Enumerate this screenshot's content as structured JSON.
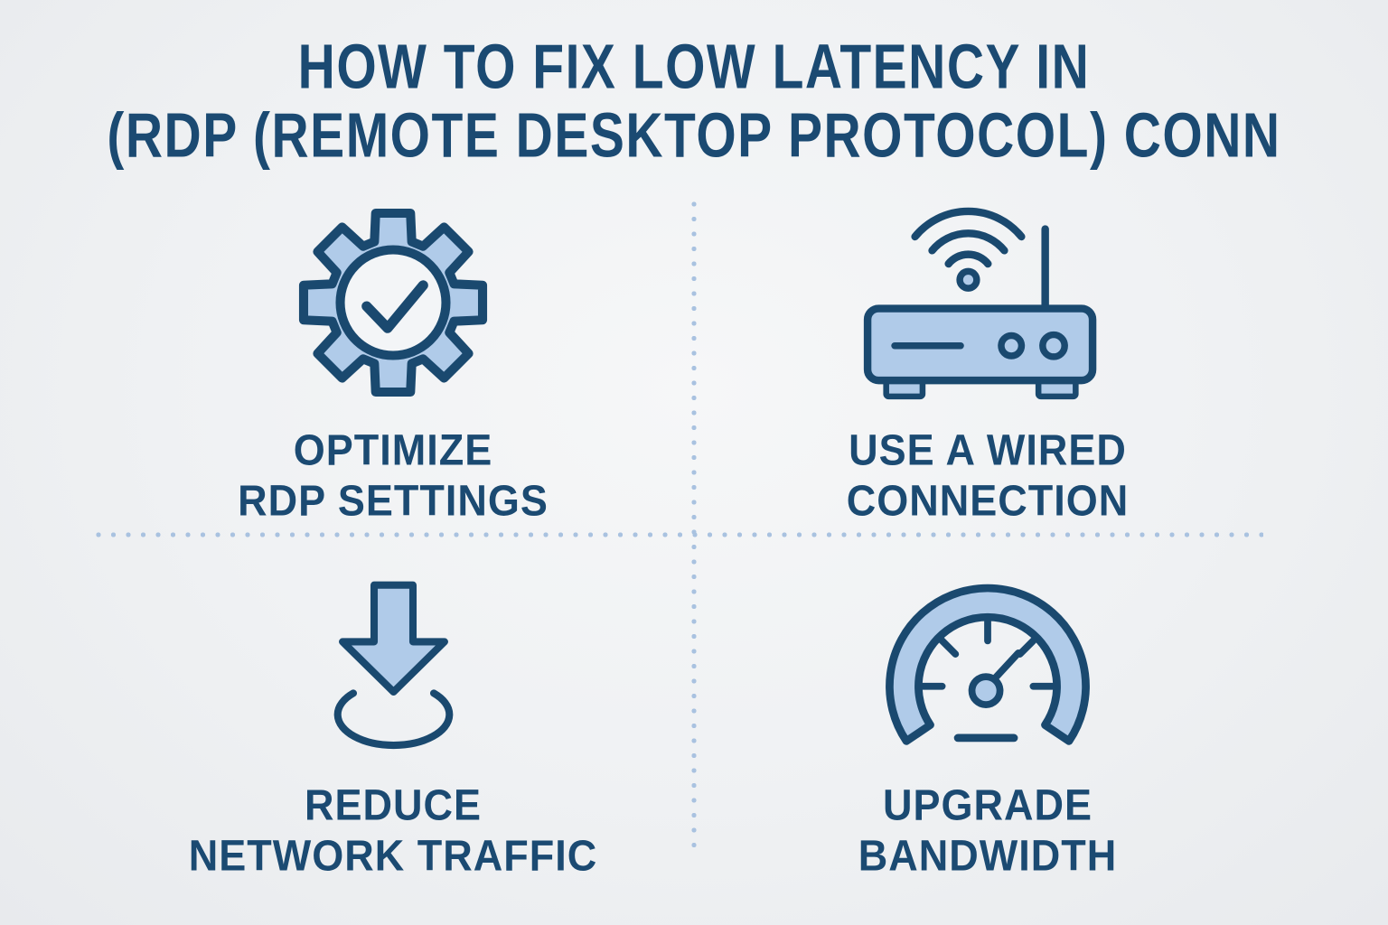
{
  "title": {
    "line1": "HOW TO FIX LOW LATENCY IN",
    "line2": "(RDP (REMOTE DESKTOP PROTOCOL) CONN"
  },
  "quadrants": [
    {
      "icon": "gear-check-icon",
      "label_line1": "OPTIMIZE",
      "label_line2": "RDP SETTINGS"
    },
    {
      "icon": "router-wifi-icon",
      "label_line1": "USE A WIRED",
      "label_line2": "CONNECTION"
    },
    {
      "icon": "download-arrow-icon",
      "label_line1": "REDUCE",
      "label_line2": "NETWORK TRAFFIC"
    },
    {
      "icon": "speedometer-icon",
      "label_line1": "UPGRADE",
      "label_line2": "BANDWIDTH"
    }
  ],
  "colors": {
    "navy_text": "#1b4a72",
    "icon_fill": "#b0cbe9",
    "icon_stroke": "#1a496f",
    "divider_dots": "#a9c2e0"
  }
}
